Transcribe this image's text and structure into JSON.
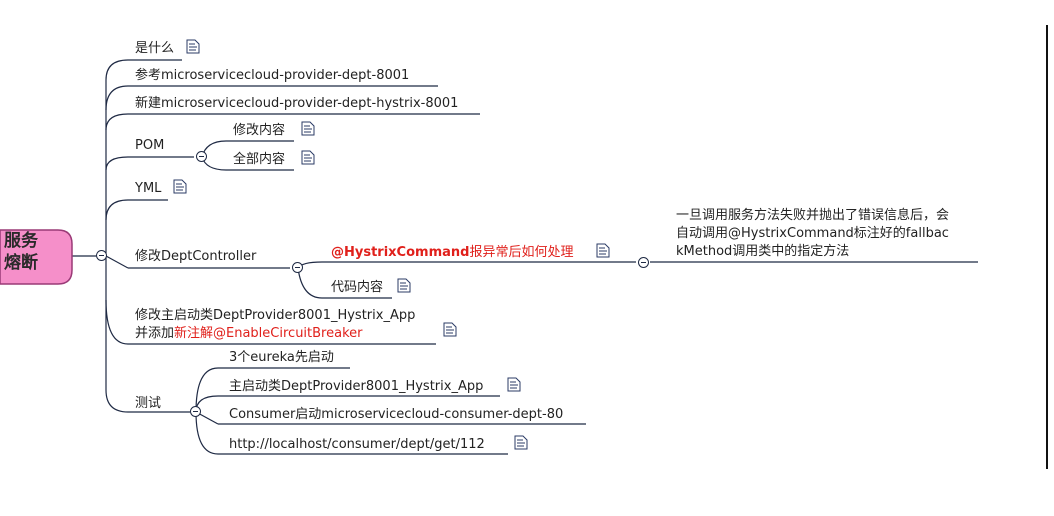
{
  "root": {
    "line1": "服务",
    "line2": "熔断"
  },
  "topics": {
    "what": "是什么",
    "ref": "参考microservicecloud-provider-dept-8001",
    "new_module": "新建microservicecloud-provider-dept-hystrix-8001",
    "pom": "POM",
    "pom_children": [
      "修改内容",
      "全部内容"
    ],
    "yml": "YML",
    "controller": "修改DeptController",
    "hystrix_prefix": "@HystrixCommand",
    "hystrix_suffix": "报异常后如何处理",
    "hystrix_detail": [
      "一旦调用服务方法失败并抛出了错误信息后，会",
      "自动调用@HystrixCommand标注好的fallbac",
      "kMethod调用类中的指定方法"
    ],
    "code_content": "代码内容",
    "main_line1": "修改主启动类DeptProvider8001_Hystrix_App",
    "main_line2_prefix": "并添加",
    "main_line2_red": "新注解@EnableCircuitBreaker",
    "test": "测试",
    "test_children": [
      "3个eureka先启动",
      "主启动类DeptProvider8001_Hystrix_App",
      "Consumer启动microservicecloud-consumer-dept-80",
      "http://localhost/consumer/dept/get/112"
    ]
  },
  "colors": {
    "line": "#1f2a44",
    "root_fill": "#f58fc9",
    "root_stroke": "#9a3a77",
    "emphasis": "#e0201b"
  }
}
